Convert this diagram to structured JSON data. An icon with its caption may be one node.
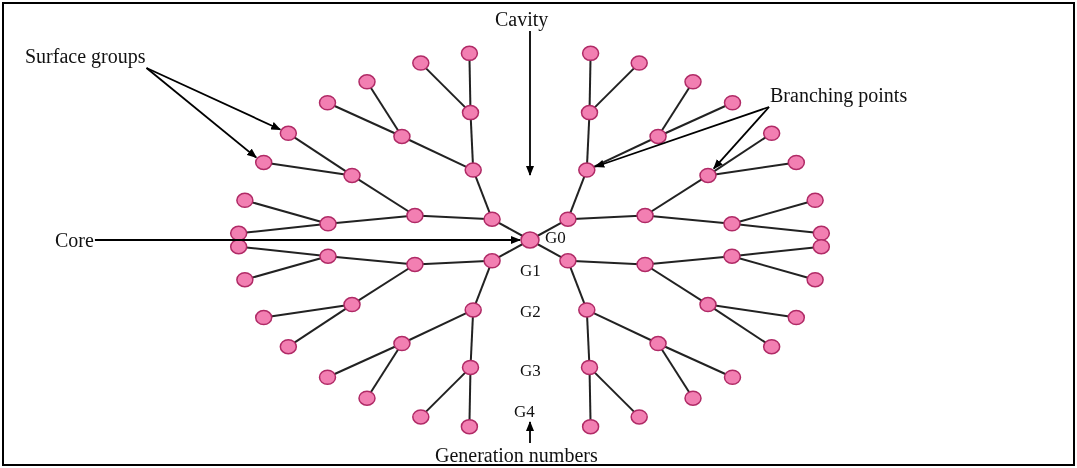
{
  "diagram": {
    "nodes": [
      {
        "text": [
          "Cavity"
        ]
      },
      {
        "text": [
          "Surface groups"
        ]
      },
      {
        "text": [
          "Branching points"
        ]
      },
      {
        "text": [
          "Core"
        ]
      },
      {
        "text": [
          "Generation numbers"
        ]
      },
      {
        "text": [],
        "shape": "circle"
      },
      {
        "text": [
          "G4"
        ]
      }
    ],
    "edges": [
      {
        "from": 0,
        "to": null,
        "arrow": "to"
      },
      {
        "from": 1,
        "to": null,
        "arrow": "to"
      },
      {
        "from": 1,
        "to": null,
        "arrow": "to"
      },
      {
        "from": 2,
        "to": null,
        "arrow": "to"
      },
      {
        "from": 2,
        "to": null,
        "arrow": "to"
      },
      {
        "from": 3,
        "to": 5,
        "arrow": "to"
      },
      {
        "from": 4,
        "to": 6,
        "arrow": "to"
      }
    ],
    "labels": [
      "G0",
      "G1",
      "G2",
      "G3"
    ]
  }
}
